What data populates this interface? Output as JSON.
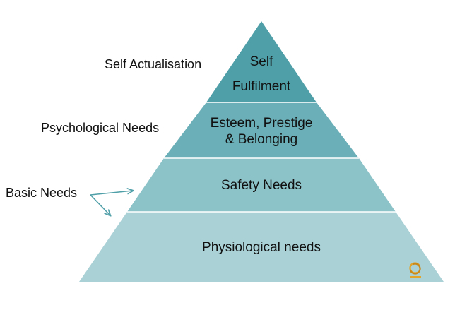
{
  "colors": {
    "tier_top": "#4f9fa8",
    "tier_second": "#6bb0b8",
    "tier_third": "#8cc3c9",
    "tier_bottom": "#a9d1d6",
    "divider": "#ffffff",
    "arrow": "#4f9fa8",
    "logo": "#e3a42a"
  },
  "pyramid": {
    "tiers": [
      {
        "line1": "Self",
        "line2": "Fulfilment"
      },
      {
        "line1": "Esteem, Prestige",
        "line2": "& Belonging"
      },
      {
        "line1": "Safety Needs"
      },
      {
        "line1": "Physiological needs"
      }
    ]
  },
  "side_labels": {
    "self_actualisation": "Self Actualisation",
    "psychological": "Psychological Needs",
    "basic": "Basic Needs"
  },
  "icons": {
    "logo": "swirl-logo-icon",
    "arrow": "arrow-icon"
  }
}
